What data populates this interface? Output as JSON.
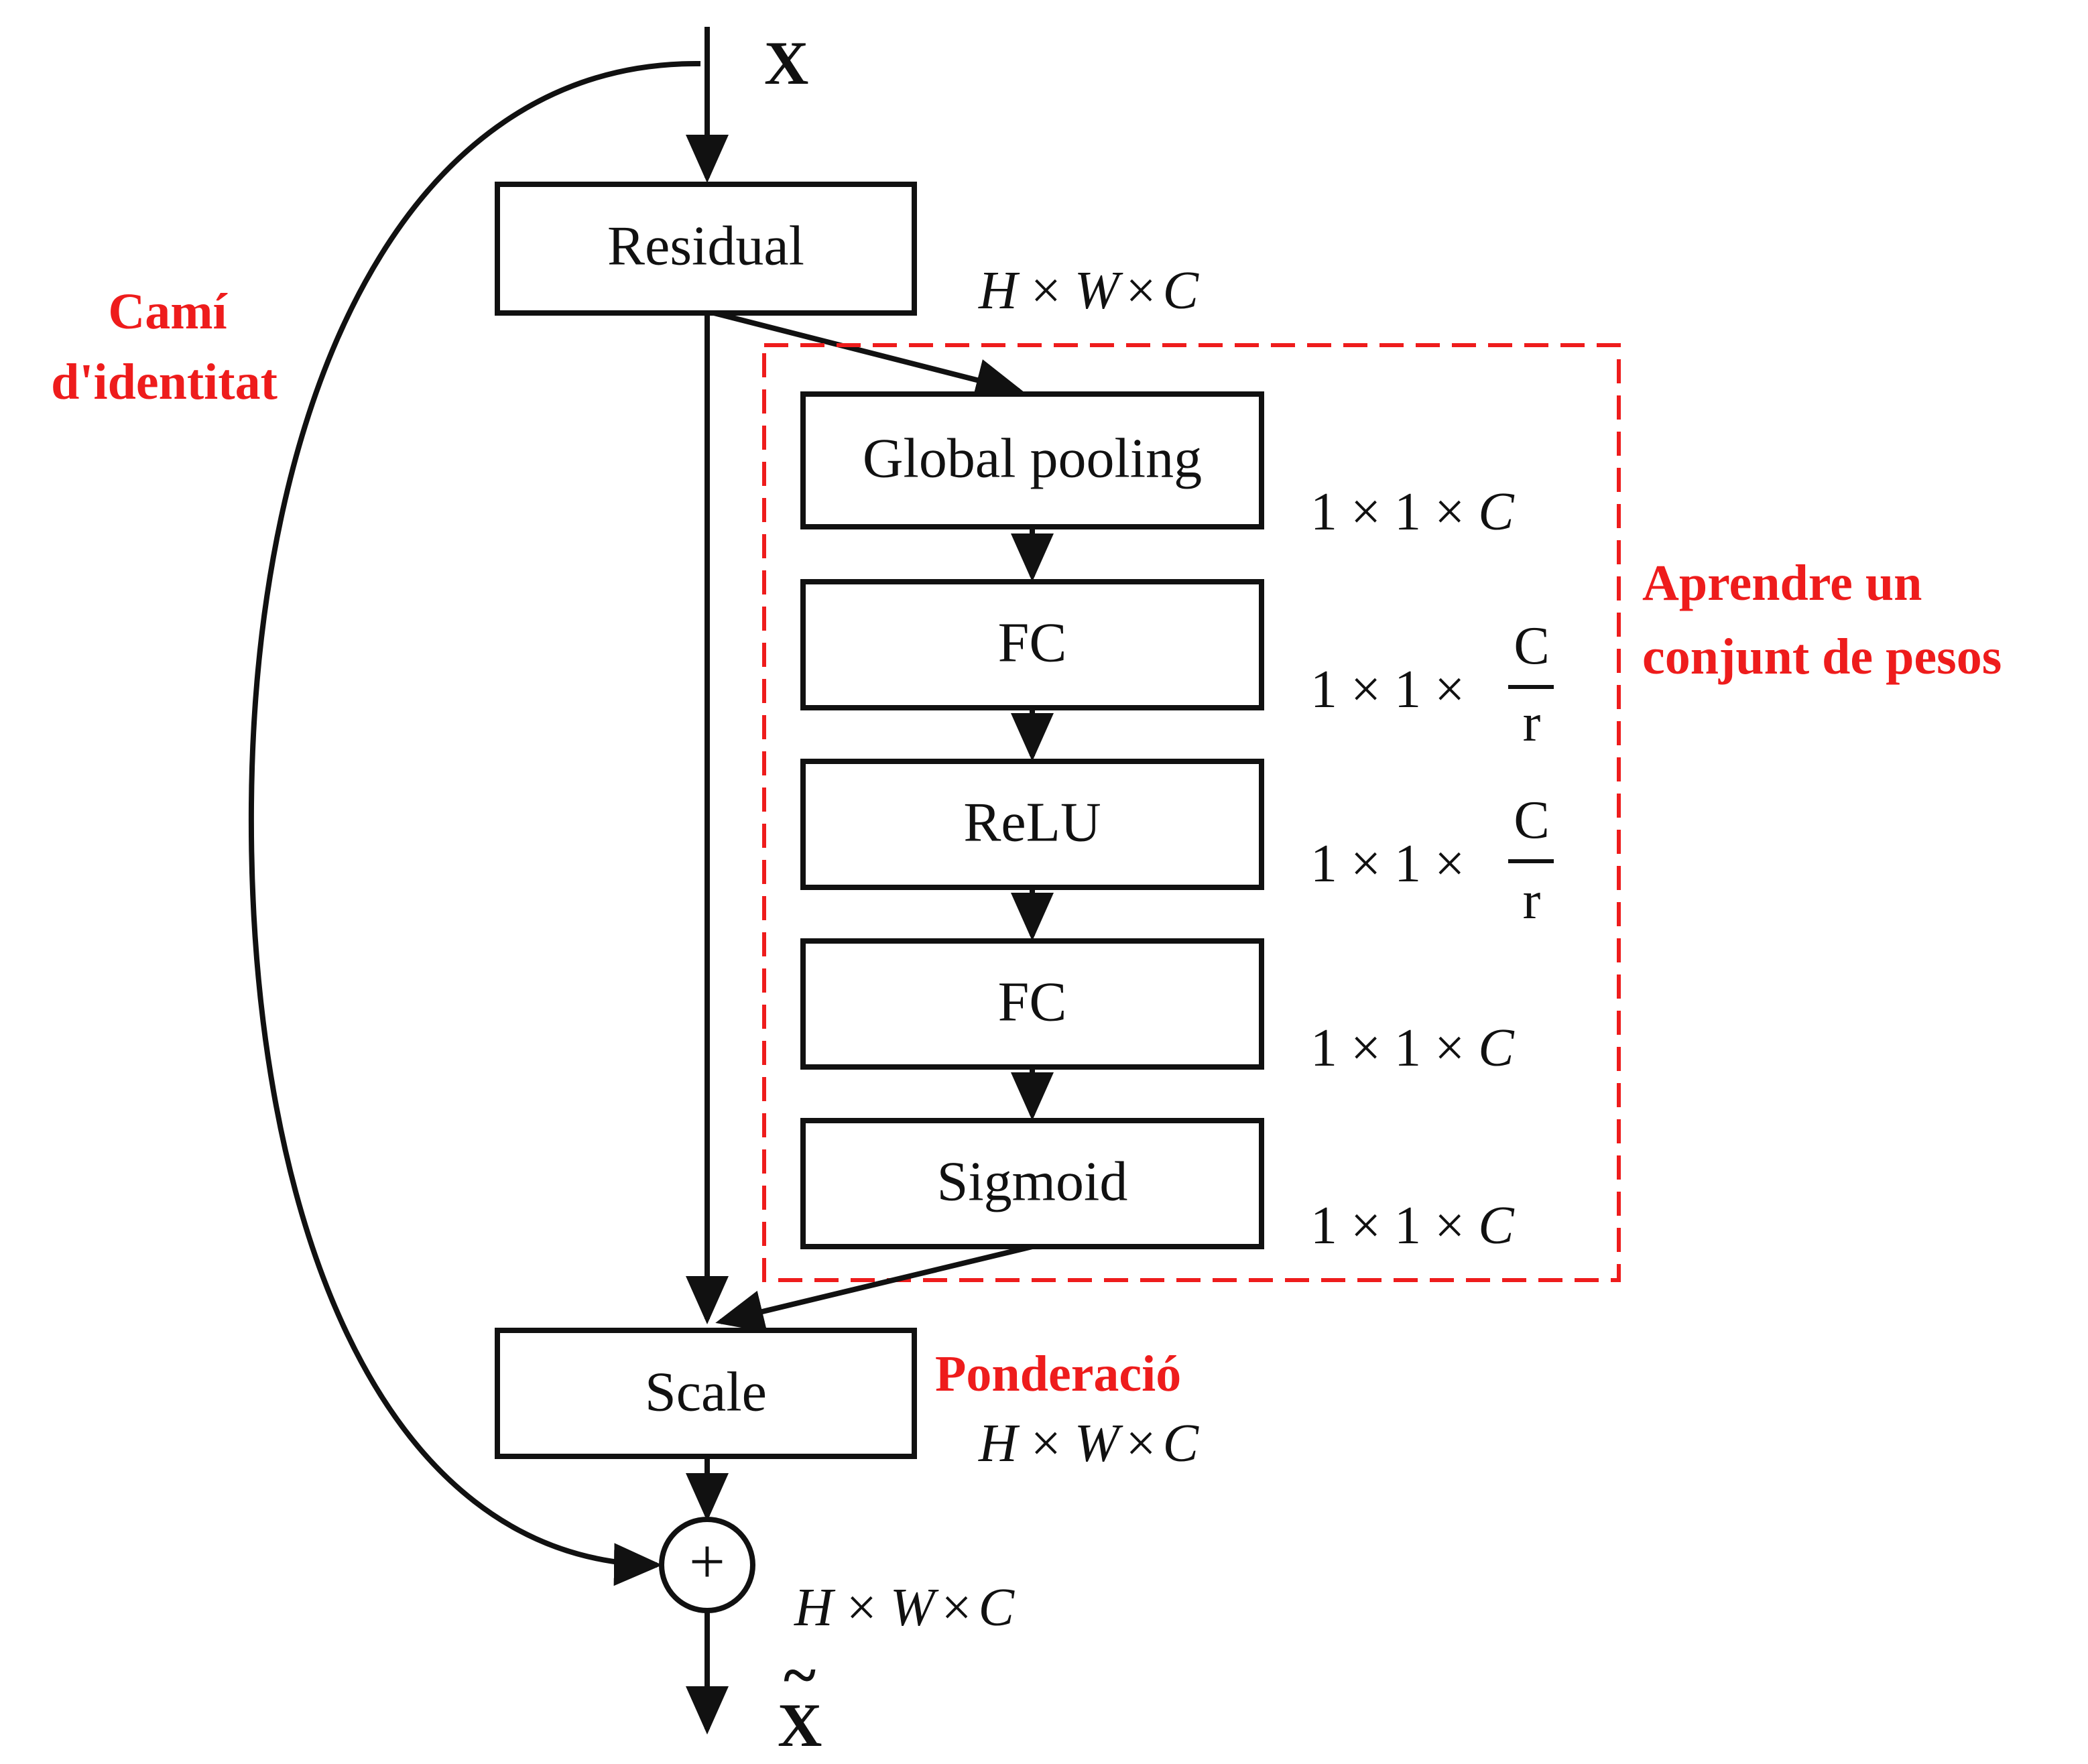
{
  "input_label": "X",
  "output_label": "X",
  "output_tilde": "~",
  "blocks": {
    "residual": "Residual",
    "global_pooling": "Global pooling",
    "fc1": "FC",
    "relu": "ReLU",
    "fc2": "FC",
    "sigmoid": "Sigmoid",
    "scale": "Scale"
  },
  "dims": {
    "residual": {
      "H": "H",
      "W": "W",
      "C": "C",
      "times": "×"
    },
    "pool": {
      "prefix": "1 × 1 × ",
      "C": "C"
    },
    "fc1": {
      "prefix": "1 × 1 ×",
      "num": "C",
      "den": "r"
    },
    "relu": {
      "prefix": "1 × 1 ×",
      "num": "C",
      "den": "r"
    },
    "fc2": {
      "prefix": "1 × 1 × ",
      "C": "C"
    },
    "sigmoid": {
      "prefix": "1 × 1 × ",
      "C": "C"
    },
    "scale": {
      "H": "H",
      "W": "W",
      "C": "C",
      "times": "×"
    },
    "sum": {
      "H": "H",
      "W": "W",
      "C": "C",
      "times": "×"
    }
  },
  "annotations": {
    "identity_line1": "Camí",
    "identity_line2": "d'identitat",
    "learn_line1": "Aprendre un",
    "learn_line2": "conjunt de pesos",
    "weighting": "Ponderació"
  },
  "sum_symbol": "+",
  "colors": {
    "accent": "#ee1c1c",
    "ink": "#111111"
  }
}
